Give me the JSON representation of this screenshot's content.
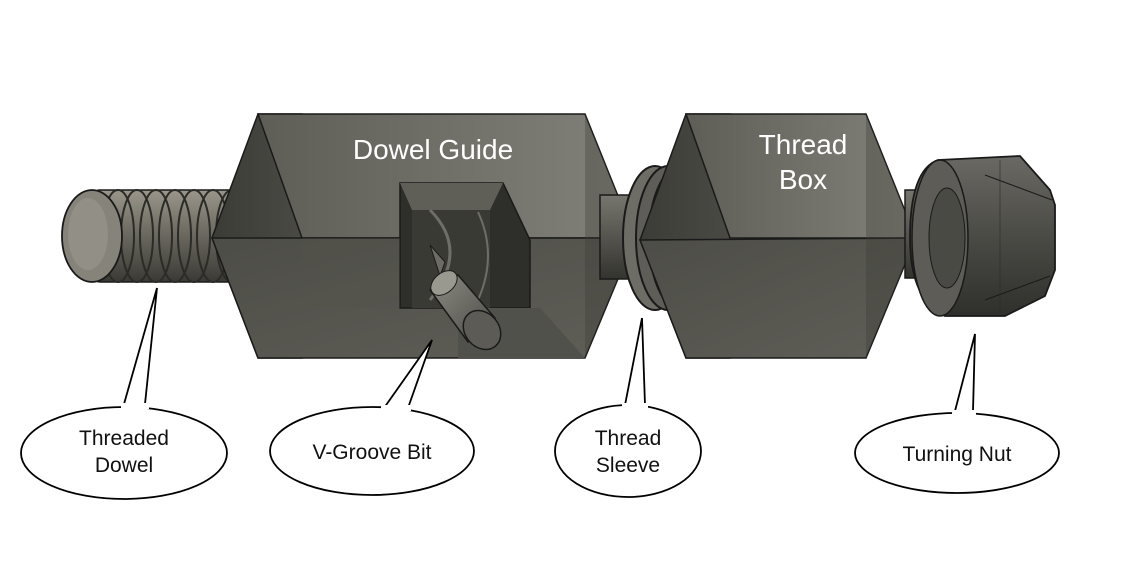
{
  "diagram": {
    "part_labels": {
      "dowel_guide": "Dowel Guide",
      "thread_box_line1": "Thread",
      "thread_box_line2": "Box"
    },
    "callouts": {
      "threaded_dowel_line1": "Threaded",
      "threaded_dowel_line2": "Dowel",
      "v_groove_bit": "V-Groove Bit",
      "thread_sleeve_line1": "Thread",
      "thread_sleeve_line2": "Sleeve",
      "turning_nut": "Turning Nut"
    },
    "colors": {
      "metal_dark": "#3f3f3a",
      "metal_mid": "#5a5a54",
      "metal_light": "#7d7c74",
      "outline": "#1a1a1a",
      "text_on_part": "#ffffff"
    }
  }
}
